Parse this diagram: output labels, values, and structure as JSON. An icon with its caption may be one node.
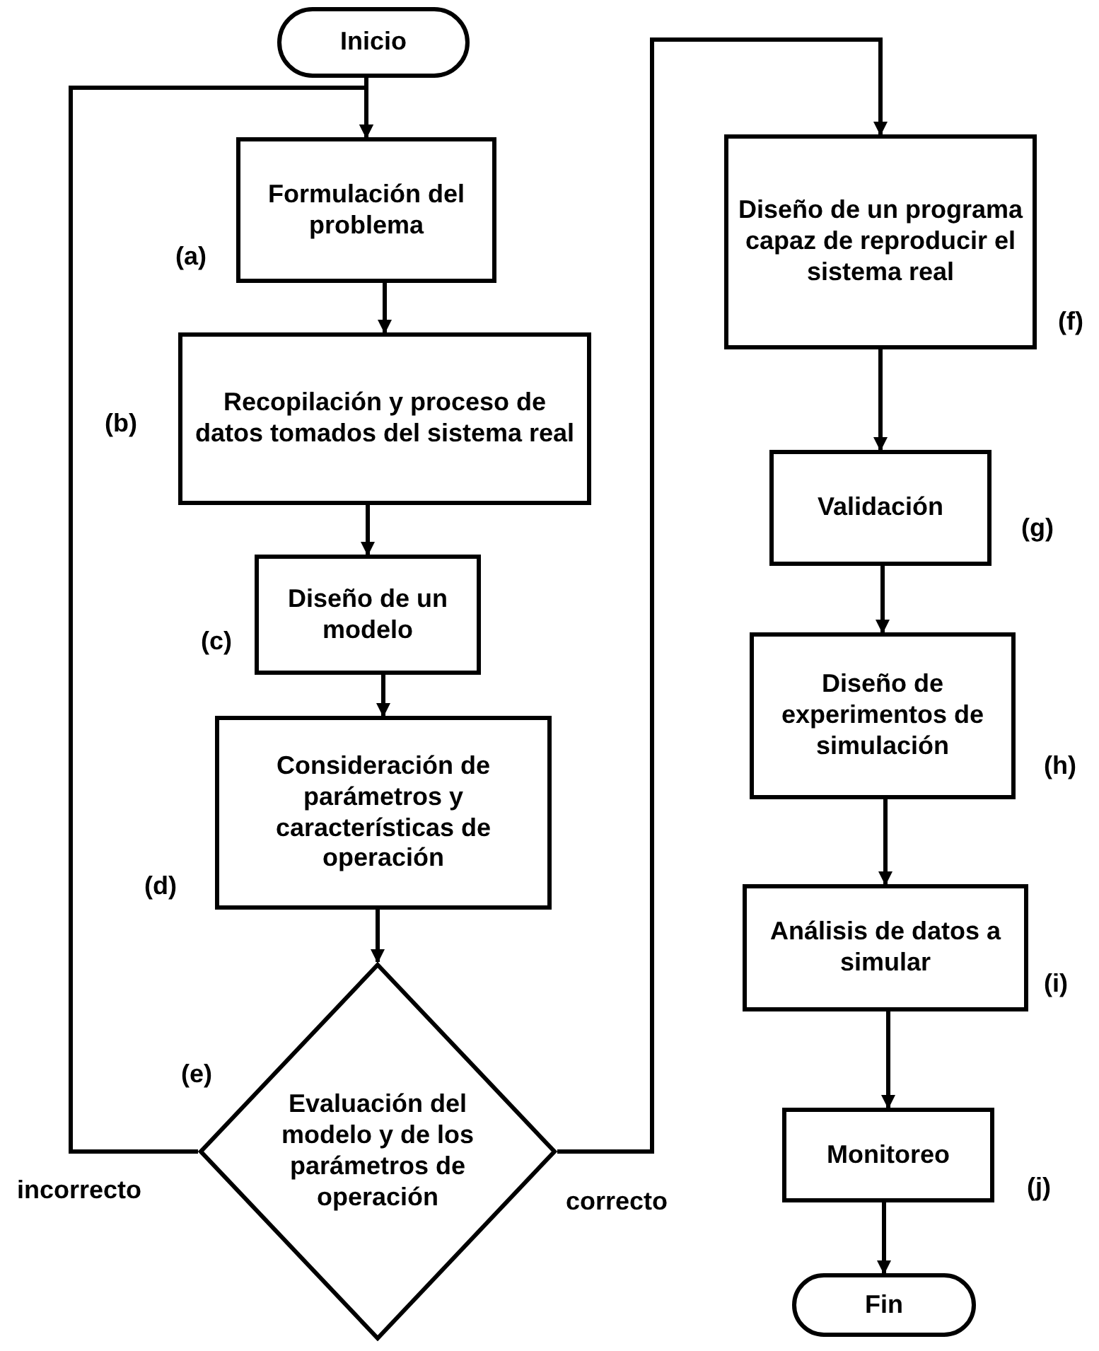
{
  "diagram": {
    "nodes": [
      {
        "text": [
          "Inicio"
        ]
      },
      {
        "text": [
          "Formulación del problema"
        ],
        "beside": [
          "(a)"
        ]
      },
      {
        "text": [
          "Recopilación y proceso de datos tomados del sistema real"
        ],
        "beside": [
          "(b)"
        ]
      },
      {
        "text": [
          "Diseño de un modelo"
        ],
        "beside": [
          "(c)"
        ]
      },
      {
        "text": [
          "Consideración de parámetros y características de operación"
        ],
        "beside": [
          "(d)"
        ]
      },
      {
        "text": [
          "Evaluación del modelo y de los parámetros de operación"
        ],
        "beside": [
          "(e)"
        ]
      },
      {
        "text": [
          "Diseño de un programa capaz de reproducir el sistema real"
        ],
        "beside": [
          "(f)"
        ]
      },
      {
        "text": [
          "Validación"
        ],
        "beside": [
          "(g)"
        ]
      },
      {
        "text": [
          "Diseño de experimentos de simulación"
        ],
        "beside": [
          "(h)"
        ]
      },
      {
        "text": [
          "Análisis de datos a simular"
        ],
        "beside": [
          "(i)"
        ]
      },
      {
        "text": [
          "Monitoreo"
        ],
        "beside": [
          "(j)"
        ]
      },
      {
        "text": [
          "Fin"
        ]
      }
    ],
    "edges": [
      {
        "from": 0,
        "to": 1,
        "arrow": "to"
      },
      {
        "from": 1,
        "to": 2,
        "arrow": "to"
      },
      {
        "from": 2,
        "to": 3,
        "arrow": "to"
      },
      {
        "from": 3,
        "to": 4,
        "arrow": "to"
      },
      {
        "from": 4,
        "to": 5,
        "arrow": "to"
      },
      {
        "from": 5,
        "to": 1,
        "arrow": "to",
        "label": "incorrecto"
      },
      {
        "from": 5,
        "to": 6,
        "arrow": "to",
        "label": "correcto"
      },
      {
        "from": 6,
        "to": 7,
        "arrow": "to"
      },
      {
        "from": 7,
        "to": 8,
        "arrow": "to"
      },
      {
        "from": 8,
        "to": 9,
        "arrow": "to"
      },
      {
        "from": 9,
        "to": 10,
        "arrow": "to"
      },
      {
        "from": 10,
        "to": 11,
        "arrow": "to"
      }
    ]
  }
}
